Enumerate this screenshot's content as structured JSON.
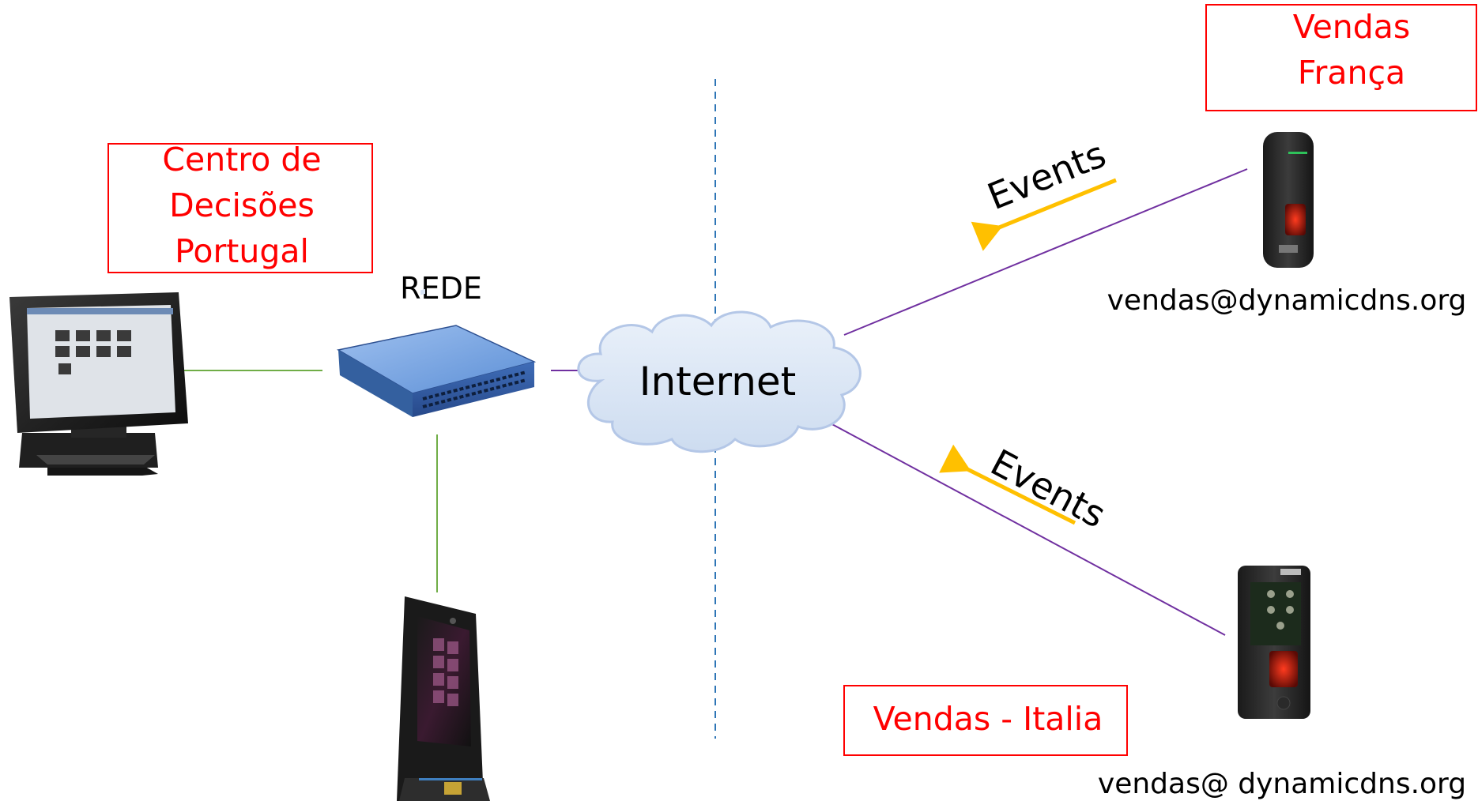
{
  "labels": {
    "hq_line1": "Centro de",
    "hq_line2": "Decisões",
    "hq_line3": "Portugal",
    "network": "REDE",
    "internet": "Internet",
    "france_line1": "Vendas",
    "france_line2": "França",
    "italy": "Vendas - Italia",
    "events_top": "Events",
    "events_bottom": "Events",
    "email_france": "vendas@dynamicdns.org",
    "email_italy": "vendas@ dynamicdns.org"
  },
  "colors": {
    "label_red": "#ff0000",
    "lan_line": "#70ad47",
    "wan_line": "#7030a0",
    "divider": "#2e75b6",
    "events_arrow": "#ffc000",
    "cloud_fill": "#dae6f3",
    "cloud_stroke": "#b4c7e7",
    "switch_blue": "#4a79c6"
  },
  "icons": {
    "workstation": "desktop-monitor-icon",
    "switch": "network-switch-icon",
    "cloud": "internet-cloud-icon",
    "terminal_local": "tall-kiosk-terminal-icon",
    "terminal_france": "fingerprint-reader-icon",
    "terminal_italy": "fingerprint-terminal-icon"
  }
}
